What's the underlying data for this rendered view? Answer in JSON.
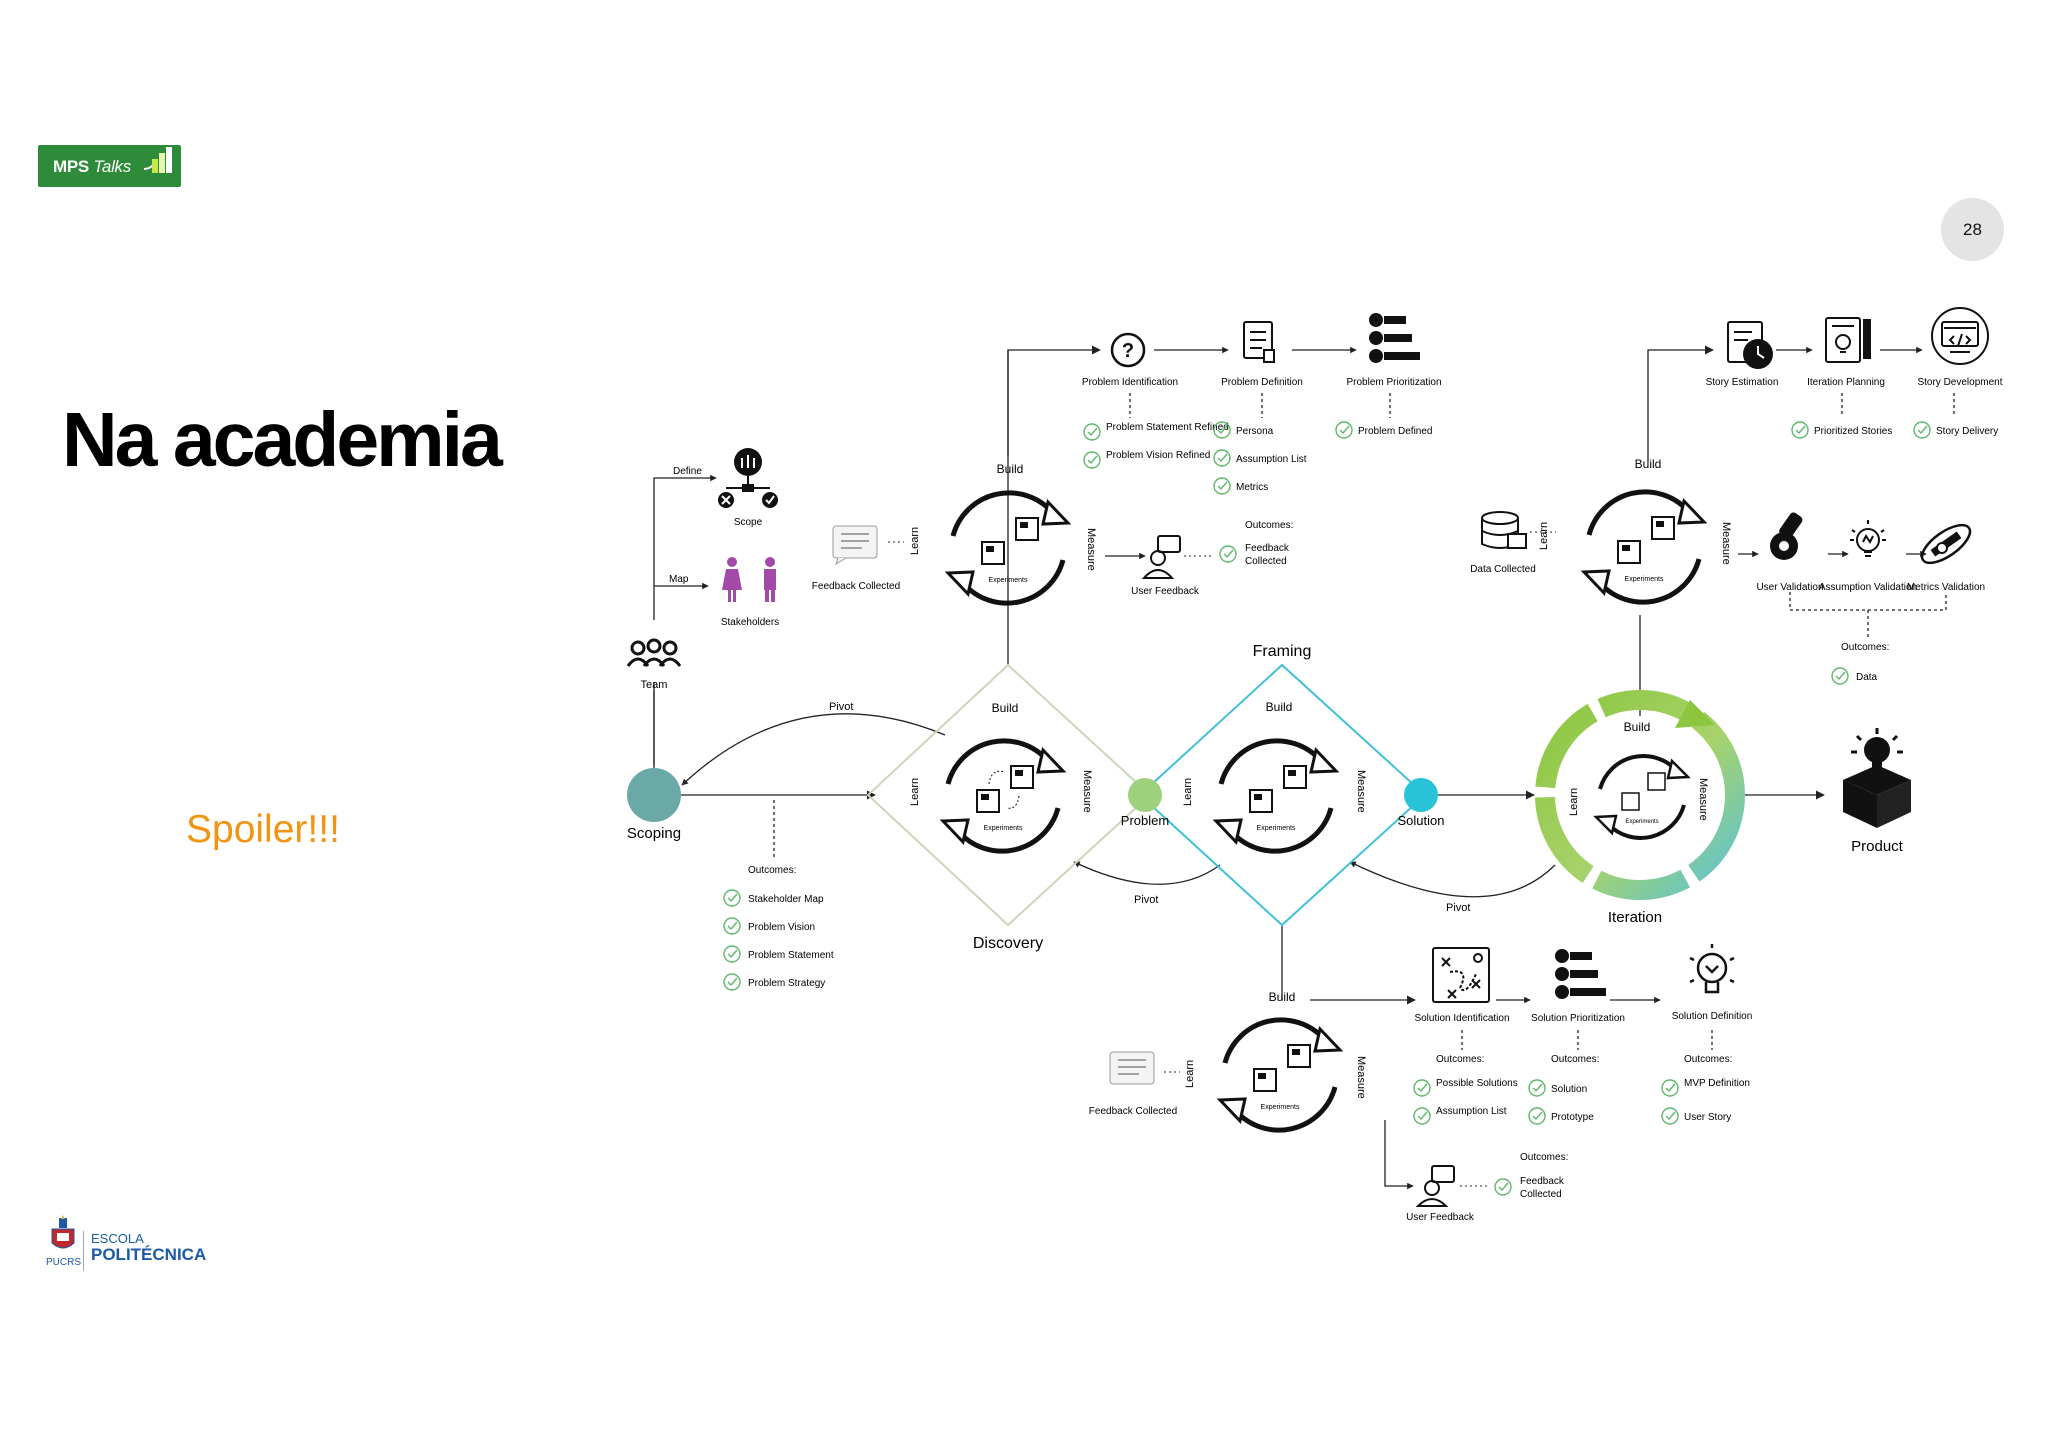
{
  "header": {
    "brand": {
      "logo_text": "MPS",
      "logo_text_italic": "Talks"
    },
    "page_number": "28"
  },
  "slide": {
    "title": "Na academia",
    "subtitle": "Spoiler!!!"
  },
  "footer": {
    "logo_small": "PUCRS",
    "logo_line1": "ESCOLA",
    "logo_line2": "POLITÉCNICA"
  },
  "diagram": {
    "cycle_labels": {
      "build": "Build",
      "measure": "Measure",
      "learn": "Learn",
      "experiments": "Experiments"
    },
    "phases": {
      "discovery": "Discovery",
      "framing": "Framing",
      "iteration": "Iteration"
    },
    "nodes": {
      "scoping": "Scoping",
      "problem": "Problem",
      "solution": "Solution",
      "product": "Product"
    },
    "pivot": "Pivot",
    "outcomes_label": "Outcomes:",
    "scoping_branch": {
      "team": "Team",
      "define": "Define",
      "map": "Map",
      "scope": "Scope",
      "stakeholders": "Stakeholders",
      "outcomes": [
        "Stakeholder Map",
        "Problem Vision",
        "Problem Statement",
        "Problem Strategy"
      ]
    },
    "discovery_branch": {
      "feedback_collected": "Feedback Collected",
      "user_feedback": "User Feedback",
      "steps": [
        "Problem Identification",
        "Problem Definition",
        "Problem Prioritization"
      ],
      "identification_outcomes": [
        "Problem Statement Refined",
        "Problem Vision Refined"
      ],
      "definition_outcomes": [
        "Persona",
        "Assumption List",
        "Metrics"
      ],
      "prioritization_outcomes": [
        "Problem Defined"
      ],
      "feedback_outcome": [
        "Feedback",
        "Collected"
      ]
    },
    "framing_branch": {
      "feedback_collected": "Feedback Collected",
      "user_feedback": "User Feedback",
      "steps": [
        "Solution Identification",
        "Solution Prioritization",
        "Solution Definition"
      ],
      "identification_outcomes": [
        "Possible Solutions",
        "Assumption List"
      ],
      "prioritization_outcomes": [
        "Solution",
        "Prototype"
      ],
      "definition_outcomes": [
        "MVP Definition",
        "User Story"
      ],
      "feedback_outcome": [
        "Feedback",
        "Collected"
      ]
    },
    "iteration_branch": {
      "data_collected": "Data Collected",
      "steps": [
        "Story Estimation",
        "Iteration Planning",
        "Story Development"
      ],
      "plan_outcomes": [
        "Prioritized Stories",
        "Story Delivery"
      ],
      "validations": [
        "User Validation",
        "Assumption Validation",
        "Metrics Validation"
      ],
      "validation_outcomes": [
        "Data"
      ]
    },
    "colors": {
      "scoping": "#6aa9a8",
      "problem": "#9fd07d",
      "solution": "#29c3d8",
      "discovery_diamond": "#c9d6bb",
      "framing_diamond": "#3fc0d8",
      "iteration_green": "#8cc63f",
      "iteration_blue": "#5bc2d6",
      "check": "#5fb86a",
      "stakeholders": "#a14aa8"
    }
  }
}
